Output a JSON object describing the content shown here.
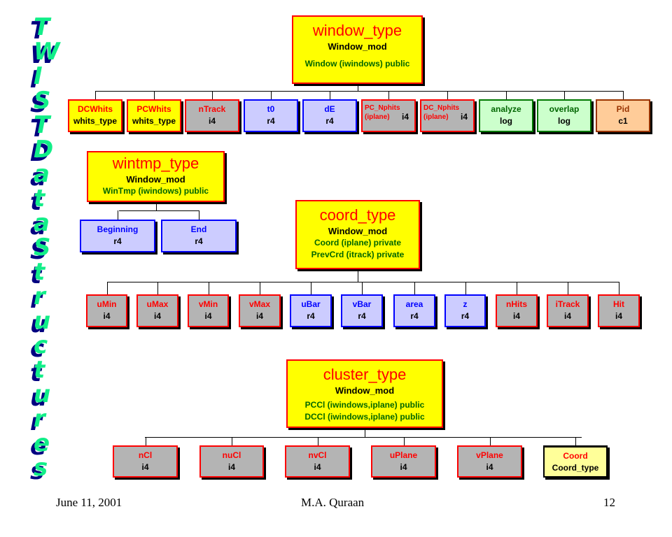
{
  "side_title": "TWIST Data Structures",
  "window_type": {
    "title": "window_type",
    "module": "Window_mod",
    "vars": [
      "Window (iwindows) public"
    ],
    "fields": [
      {
        "name": "DCWhits",
        "type": "whits_type",
        "style": "yellow",
        "color": "red"
      },
      {
        "name": "PCWhits",
        "type": "whits_type",
        "style": "yellow",
        "color": "red"
      },
      {
        "name": "nTrack",
        "type": "i4",
        "style": "gray",
        "color": "red"
      },
      {
        "name": "t0",
        "type": "r4",
        "style": "blue",
        "color": "blue"
      },
      {
        "name": "dE",
        "type": "r4",
        "style": "blue",
        "color": "blue"
      },
      {
        "name": "PC_Nphits",
        "index": "(iplane)",
        "type": "i4",
        "style": "gray",
        "color": "red"
      },
      {
        "name": "DC_Nphits",
        "index": "(iplane)",
        "type": "i4",
        "style": "gray",
        "color": "red"
      },
      {
        "name": "analyze",
        "type": "log",
        "style": "green",
        "color": "green"
      },
      {
        "name": "overlap",
        "type": "log",
        "style": "green",
        "color": "green"
      },
      {
        "name": "Pid",
        "type": "c1",
        "style": "peach",
        "color": "brown"
      }
    ]
  },
  "wintmp_type": {
    "title": "wintmp_type",
    "module": "Window_mod",
    "vars": [
      "WinTmp (iwindows) public"
    ],
    "fields": [
      {
        "name": "Beginning",
        "type": "r4",
        "style": "blue",
        "color": "blue"
      },
      {
        "name": "End",
        "type": "r4",
        "style": "blue",
        "color": "blue"
      }
    ]
  },
  "coord_type": {
    "title": "coord_type",
    "module": "Window_mod",
    "vars": [
      "Coord (iplane) private",
      "PrevCrd (itrack) private"
    ],
    "fields": [
      {
        "name": "uMin",
        "type": "i4",
        "style": "gray",
        "color": "red"
      },
      {
        "name": "uMax",
        "type": "i4",
        "style": "gray",
        "color": "red"
      },
      {
        "name": "vMin",
        "type": "i4",
        "style": "gray",
        "color": "red"
      },
      {
        "name": "vMax",
        "type": "i4",
        "style": "gray",
        "color": "red"
      },
      {
        "name": "uBar",
        "type": "r4",
        "style": "blue",
        "color": "blue"
      },
      {
        "name": "vBar",
        "type": "r4",
        "style": "blue",
        "color": "blue"
      },
      {
        "name": "area",
        "type": "r4",
        "style": "blue",
        "color": "blue"
      },
      {
        "name": "z",
        "type": "r4",
        "style": "blue",
        "color": "blue"
      },
      {
        "name": "nHits",
        "type": "i4",
        "style": "gray",
        "color": "red"
      },
      {
        "name": "iTrack",
        "type": "i4",
        "style": "gray",
        "color": "red"
      },
      {
        "name": "Hit",
        "type": "i4",
        "style": "gray",
        "color": "red"
      }
    ]
  },
  "cluster_type": {
    "title": "cluster_type",
    "module": "Window_mod",
    "vars": [
      "PCCl (iwindows,iplane) public",
      "DCCl (iwindows,iplane) public"
    ],
    "fields": [
      {
        "name": "nCl",
        "type": "i4",
        "style": "gray",
        "color": "red"
      },
      {
        "name": "nuCl",
        "type": "i4",
        "style": "gray",
        "color": "red"
      },
      {
        "name": "nvCl",
        "type": "i4",
        "style": "gray",
        "color": "red"
      },
      {
        "name": "uPlane",
        "type": "i4",
        "style": "gray",
        "color": "red"
      },
      {
        "name": "vPlane",
        "type": "i4",
        "style": "gray",
        "color": "red"
      },
      {
        "name": "Coord",
        "type": "Coord_type",
        "style": "lyellow",
        "color": "red"
      }
    ]
  },
  "footer": {
    "date": "June 11, 2001",
    "author": "M.A. Quraan",
    "page": "12"
  }
}
